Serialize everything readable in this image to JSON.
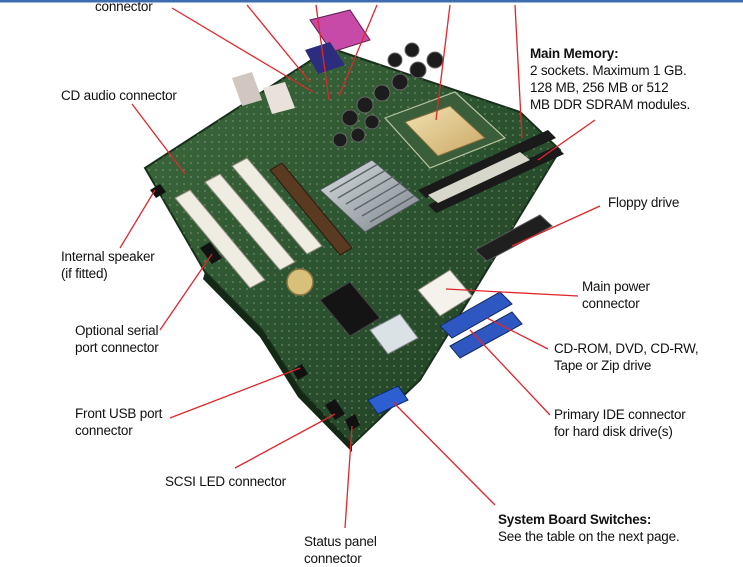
{
  "labels": {
    "top_connector": "connector",
    "cd_audio": "CD audio connector",
    "main_memory_title": "Main Memory:",
    "main_memory_line1": "2 sockets. Maximum 1 GB.",
    "main_memory_line2": "128 MB, 256 MB or 512",
    "main_memory_line3": "MB DDR SDRAM modules.",
    "floppy": "Floppy drive",
    "internal_speaker_line1": "Internal speaker",
    "internal_speaker_line2": "(if fitted)",
    "main_power_line1": "Main power",
    "main_power_line2": "connector",
    "serial_line1": "Optional serial",
    "serial_line2": "port connector",
    "cdrom_line1": "CD-ROM, DVD, CD-RW,",
    "cdrom_line2": "Tape or Zip drive",
    "front_usb_line1": "Front USB port",
    "front_usb_line2": "connector",
    "primary_ide_line1": "Primary IDE connector",
    "primary_ide_line2": "for hard disk drive(s)",
    "scsi_led": "SCSI LED connector",
    "switches_title": "System Board Switches:",
    "switches_line1": "See the table on the next page.",
    "status_panel_line1": "Status panel",
    "status_panel_line2": "connector"
  },
  "colors": {
    "leader_line": "#e0262b",
    "board_green": "#2f5a33",
    "header_bar": "#3d6dae"
  }
}
